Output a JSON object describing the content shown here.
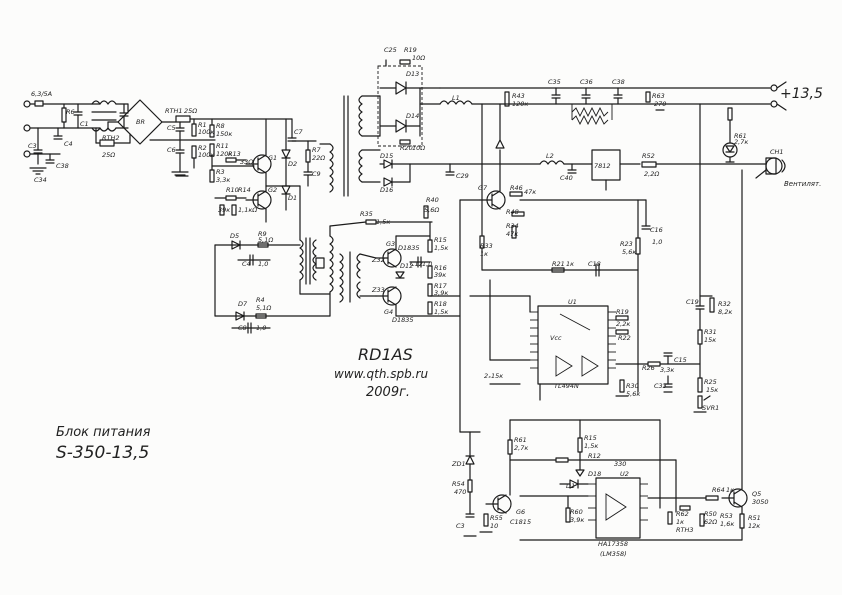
{
  "document": {
    "title_line1": "Блок питания",
    "title_line2": "S-350-13,5",
    "author": "RD1AS",
    "url": "www.qth.spb.ru",
    "year": "2009г.",
    "output_voltage": "+13,5",
    "fan_label": "Вентилят."
  },
  "labels": [
    "6,3/5А",
    "R6",
    "C1",
    "C4",
    "C3",
    "C38",
    "C34",
    "RTH2",
    "25Ω",
    "RTH1",
    "25Ω",
    "C5",
    "C6",
    "BR",
    "R1",
    "100к",
    "R2",
    "100к",
    "R8",
    "150к",
    "R11",
    "120к",
    "R3",
    "3,3к",
    "C7",
    "R7",
    "22Ω",
    "C9",
    "G1",
    "D2",
    "R13",
    "33Ω",
    "R10",
    "39к",
    "R14",
    "1,1кΩ",
    "G2",
    "D1",
    "D5",
    "R9",
    "5,1Ω",
    "C4",
    "1,0",
    "D7",
    "R4",
    "5,1Ω",
    "C8",
    "1,0",
    "R35",
    "1,5к",
    "R40",
    "5,6Ω",
    "Z32",
    "Z33",
    "G3",
    "D1835",
    "D12",
    "C12",
    "1,0",
    "R15",
    "1,5к",
    "R16",
    "39к",
    "R17",
    "3,9к",
    "R18",
    "1,5к",
    "G4",
    "D1835",
    "D15",
    "D16",
    "C29",
    "L1",
    "C25",
    "R19",
    "10Ω",
    "D13",
    "D14",
    "R20",
    "10Ω",
    "R43",
    "120к",
    "C35",
    "C36",
    "C38",
    "R63",
    "270",
    "L2",
    "C40",
    "7812",
    "R52",
    "2,2Ω",
    "R61",
    "2,7к",
    "CH1",
    "G7",
    "R46",
    "47к",
    "R48",
    "R34",
    "47к",
    "R33",
    "1к",
    "C16",
    "1,0",
    "R23",
    "5,6к",
    "R21",
    "1к",
    "C18",
    "U1",
    "TL494N",
    "R19",
    "2,2к",
    "R22",
    "Vcc",
    "C15",
    "R26",
    "3,3к",
    "C33",
    "R30",
    "5,6к",
    "R25",
    "15к",
    "SVR1",
    "C19",
    "R32",
    "8,2к",
    "R31",
    "15к",
    "2ₓ15к",
    "R61",
    "2,7к",
    "R15",
    "1,5к",
    "R12",
    "330",
    "D1",
    "D18",
    "U2",
    "HA17358",
    "(LM358)",
    "ZD1",
    "R54",
    "470",
    "C3",
    "R55",
    "10",
    "G6",
    "C1815",
    "R60",
    "3,9к",
    "R62",
    "1к",
    "RTH3",
    "R64",
    "1к",
    "R50",
    "62Ω",
    "R53",
    "1,6к",
    "R51",
    "12к",
    "Q5",
    "3050"
  ]
}
